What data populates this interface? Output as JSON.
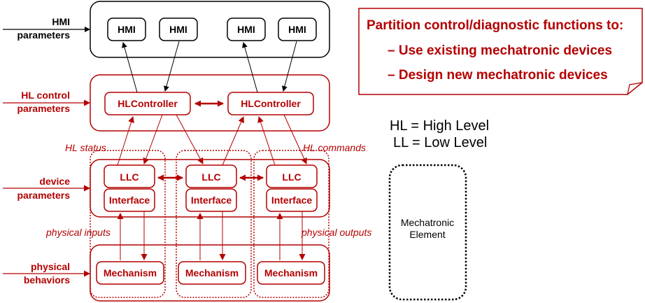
{
  "colors": {
    "red": "#b40000",
    "black": "#000000",
    "white": "#ffffff"
  },
  "left_labels": {
    "hmi": [
      "HMI",
      "parameters"
    ],
    "hl_control": [
      "HL control",
      "parameters"
    ],
    "device": [
      "device",
      "parameters"
    ],
    "physical": [
      "physical",
      "behaviors"
    ]
  },
  "hmi_boxes": [
    "HMI",
    "HMI",
    "HMI",
    "HMI"
  ],
  "hl_controllers": [
    "HLController",
    "HLController"
  ],
  "llc_boxes": [
    "LLC",
    "LLC",
    "LLC"
  ],
  "interface_boxes": [
    "Interface",
    "Interface",
    "Interface"
  ],
  "mechanism_boxes": [
    "Mechanism",
    "Mechanism",
    "Mechanism"
  ],
  "annotations": {
    "hl_status": "HL status",
    "hl_commands": "HL commands",
    "physical_inputs": "physical inputs",
    "physical_outputs": "physical outputs"
  },
  "callout": {
    "line1": "Partition control/diagnostic functions to:",
    "line2": "– Use existing mechatronic devices",
    "line3": "– Design new mechatronic devices"
  },
  "legend": {
    "hl": "HL = High Level",
    "ll": "LL = Low Level"
  },
  "mechatronic_element": [
    "Mechatronic",
    "Element"
  ]
}
